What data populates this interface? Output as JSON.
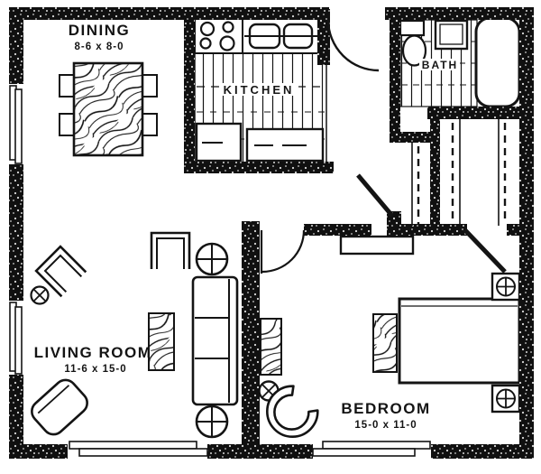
{
  "title": "apartment-floor-plan",
  "colors": {
    "ink": "#141414",
    "paper": "#ffffff"
  },
  "rooms": {
    "dining": {
      "name": "DINING",
      "dims": "8-6 x 8-0"
    },
    "kitchen": {
      "name": "KITCHEN"
    },
    "bath": {
      "name": "BATH"
    },
    "living": {
      "name": "LIVING ROOM",
      "dims": "11-6 x 15-0"
    },
    "bedroom": {
      "name": "BEDROOM",
      "dims": "15-0 x 11-0"
    }
  }
}
